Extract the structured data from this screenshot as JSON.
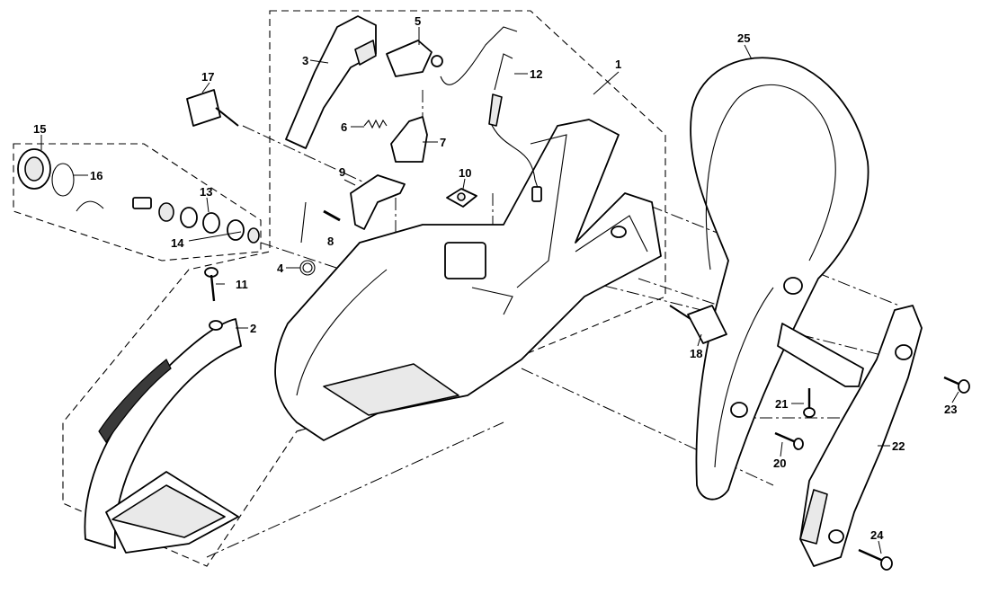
{
  "callouts": {
    "c1": "1",
    "c2": "2",
    "c3": "3",
    "c4": "4",
    "c5": "5",
    "c6": "6",
    "c7": "7",
    "c8": "8",
    "c9": "9",
    "c10": "10",
    "c11": "11",
    "c12": "12",
    "c13": "13",
    "c14": "14",
    "c15": "15",
    "c16": "16",
    "c17": "17",
    "c18": "18",
    "c20": "20",
    "c21": "21",
    "c22": "22",
    "c23": "23",
    "c24": "24",
    "c25": "25"
  }
}
